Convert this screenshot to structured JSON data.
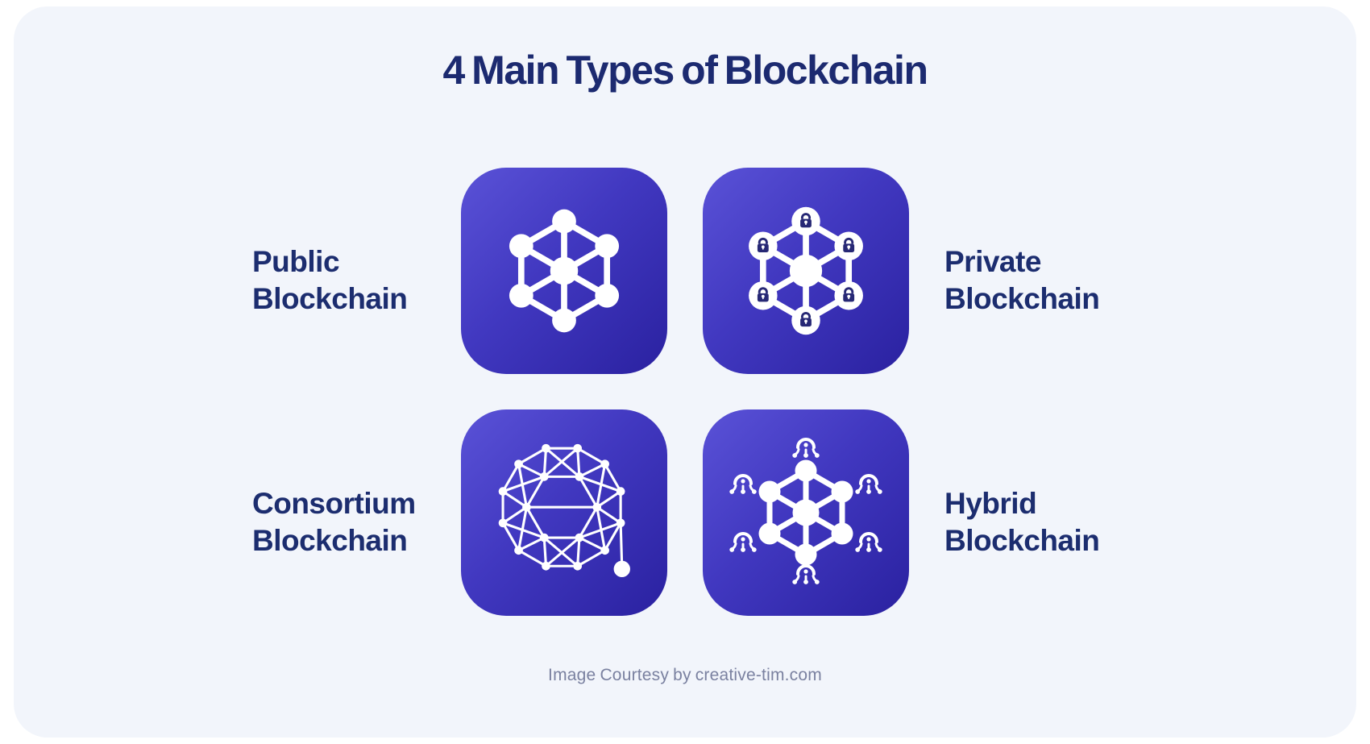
{
  "title": "4 Main Types of Blockchain",
  "footer": "Image Courtesy by creative-tim.com",
  "types": [
    {
      "name": "Public Blockchain",
      "line1": "Public",
      "line2": "Blockchain",
      "icon": "public-network-icon",
      "position": "top-left"
    },
    {
      "name": "Private Blockchain",
      "line1": "Private",
      "line2": "Blockchain",
      "icon": "private-lock-network-icon",
      "position": "top-right"
    },
    {
      "name": "Consortium Blockchain",
      "line1": "Consortium",
      "line2": "Blockchain",
      "icon": "consortium-geodesic-sphere-icon",
      "position": "bottom-left"
    },
    {
      "name": "Hybrid Blockchain",
      "line1": "Hybrid",
      "line2": "Blockchain",
      "icon": "hybrid-network-broadcast-icon",
      "position": "bottom-right"
    }
  ],
  "colors": {
    "page_background": "#ffffff",
    "panel_background": "#f2f5fb",
    "tile_gradient_start": "#5a52d7",
    "tile_gradient_end": "#2a21a0",
    "heading_text": "#1c2a70",
    "label_text": "#1c2d6f",
    "footer_text": "#7a81a0",
    "icon": "#ffffff",
    "lock_glyph": "#272875"
  }
}
